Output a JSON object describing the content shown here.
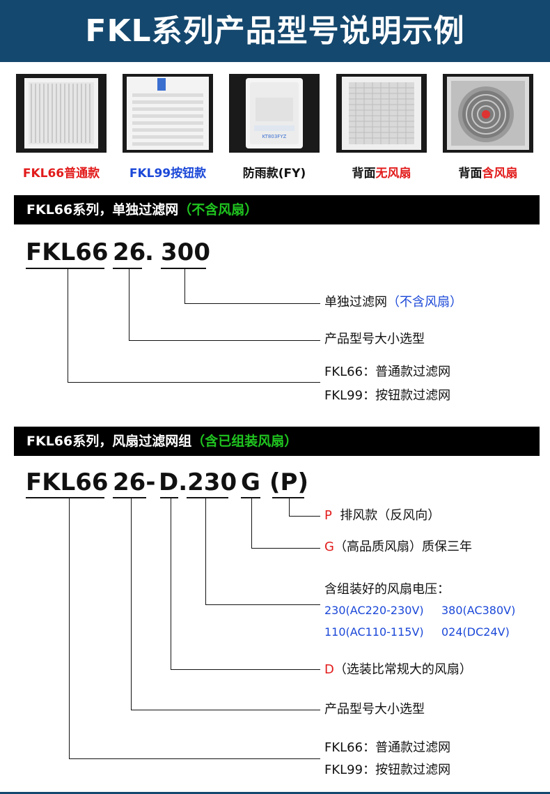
{
  "header": {
    "title": "FKL系列产品型号说明示例"
  },
  "products": [
    {
      "label": "FKL66普通款"
    },
    {
      "label": "FKL99按钮款"
    },
    {
      "label": "防雨款(FY)"
    },
    {
      "label_plain": "背面",
      "label_colored": "无风扇"
    },
    {
      "label_plain": "背面",
      "label_colored": "含风扇"
    }
  ],
  "thumb_texts": {
    "fy_model": "KT803FYZ"
  },
  "section1": {
    "title": "FKL66系列，单独过滤网",
    "title_highlight": "（不含风扇）",
    "code_parts": [
      "FKL66",
      "26",
      ".",
      "300"
    ],
    "annotations": {
      "a1_text": "单独过滤网",
      "a1_highlight": "（不含风扇）",
      "a2_text": "产品型号大小选型",
      "a3_line1": "FKL66：普通款过滤网",
      "a3_line2": "FKL99：按钮款过滤网"
    }
  },
  "section2": {
    "title": "FKL66系列，风扇过滤网组",
    "title_highlight": "（含已组装风扇）",
    "code_parts": [
      "FKL66",
      "26-",
      "D.230",
      "G",
      "(P)"
    ],
    "annotations": {
      "p_letter": "P",
      "p_text": "排风款（反风向）",
      "g_letter": "G",
      "g_text": "（高品质风扇）质保三年",
      "volt_title": "含组装好的风扇电压：",
      "volt_1": "230(AC220-230V)",
      "volt_2": "380(AC380V)",
      "volt_3": "110(AC110-115V)",
      "volt_4": "024(DC24V)",
      "d_letter": "D",
      "d_text": "（选装比常规大的风扇）",
      "size_text": "产品型号大小选型",
      "series_line1": "FKL66：普通款过滤网",
      "series_line2": "FKL99：按钮款过滤网"
    }
  },
  "colors": {
    "header": "#15486e",
    "red": "#e21b1b",
    "blue": "#1b48d8",
    "green": "#1fc41f"
  }
}
